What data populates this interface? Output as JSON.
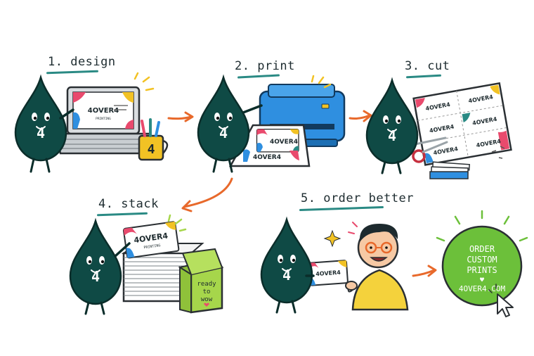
{
  "steps": [
    {
      "label": "1. design"
    },
    {
      "label": "2. print"
    },
    {
      "label": "3. cut"
    },
    {
      "label": "4. stack"
    },
    {
      "label": "5. order better"
    }
  ],
  "brand": {
    "card_name": "4OVER4",
    "card_sub": "PRINTING",
    "mascot_number": "4",
    "mug_number": "4"
  },
  "box_text": {
    "line1": "ready",
    "line2": "to",
    "line3": "wow"
  },
  "badge": {
    "line1": "ORDER",
    "line2": "CUSTOM",
    "line3": "PRINTS",
    "heart": "♥",
    "line4": "4OVER4.COM"
  },
  "colors": {
    "mascot": "#0f4a45",
    "accent_teal": "#2a8a84",
    "arrow": "#e8692b",
    "printer": "#2f8fe0",
    "badge": "#6cc03a",
    "box": "#a6d64b",
    "mug": "#f2c224",
    "shirt": "#f4d23c"
  }
}
